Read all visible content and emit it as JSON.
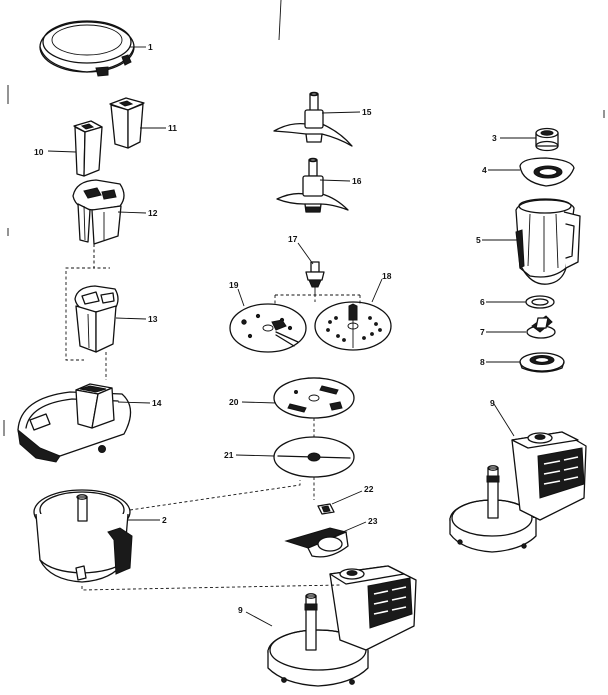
{
  "callouts": {
    "c1": "1",
    "c2": "2",
    "c3": "3",
    "c4": "4",
    "c5": "5",
    "c6": "6",
    "c7": "7",
    "c8": "8",
    "c9a": "9",
    "c9b": "9",
    "c10": "10",
    "c11": "11",
    "c12": "12",
    "c13": "13",
    "c14": "14",
    "c15": "15",
    "c16": "16",
    "c17": "17",
    "c18": "18",
    "c19": "19",
    "c20": "20",
    "c21": "21",
    "c22": "22",
    "c23": "23"
  }
}
